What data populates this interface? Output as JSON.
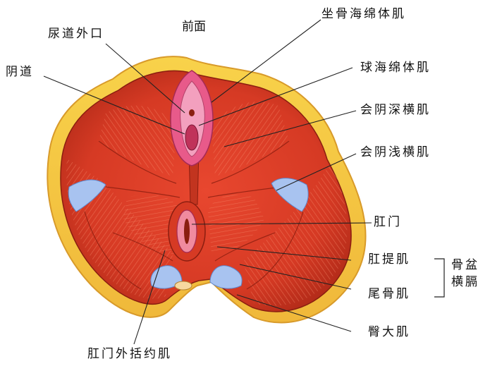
{
  "title": "前面",
  "labels": {
    "urethra_opening": "尿道外口",
    "vagina": "阴道",
    "ischiocavernosus": "坐骨海绵体肌",
    "bulbospongiosus": "球海绵体肌",
    "deep_transverse_perineal": "会阴深横肌",
    "superficial_transverse_perineal": "会阴浅横肌",
    "anus": "肛门",
    "levator_ani": "肛提肌",
    "coccygeus": "尾骨肌",
    "gluteus_maximus": "臀大肌",
    "external_anal_sphincter": "肛门外括约肌"
  },
  "group": {
    "line1": "骨盆",
    "line2": "横膈"
  }
}
